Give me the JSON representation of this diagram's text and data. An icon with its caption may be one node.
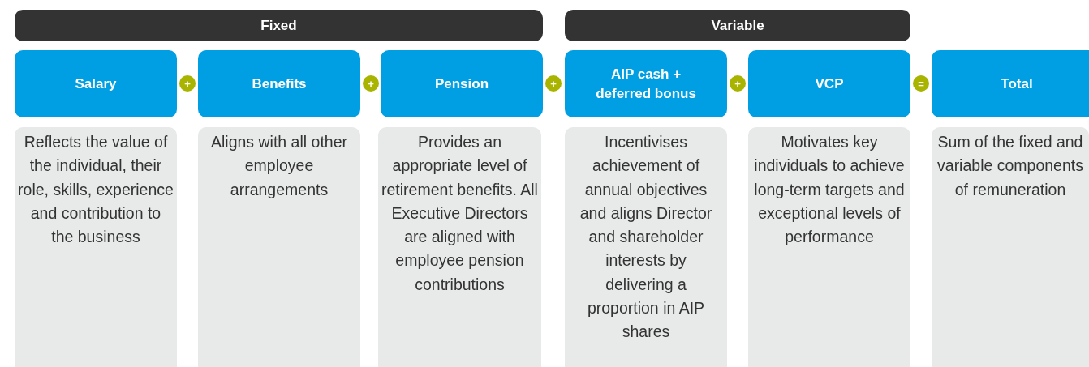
{
  "diagram": {
    "nodes": [
      {
        "text": [
          "Fixed"
        ]
      },
      {
        "text": [
          "Variable"
        ]
      },
      {
        "text": [
          "Salary"
        ]
      },
      {
        "text": [
          "+"
        ]
      },
      {
        "text": [
          "Benefits"
        ]
      },
      {
        "text": [
          "+"
        ]
      },
      {
        "text": [
          "Pension"
        ]
      },
      {
        "text": [
          "+"
        ]
      },
      {
        "text": [
          "AIP cash + deferred bonus"
        ]
      },
      {
        "text": [
          "+"
        ]
      },
      {
        "text": [
          "VCP"
        ]
      },
      {
        "text": [
          "="
        ]
      },
      {
        "text": [
          "Total"
        ]
      },
      {
        "text": [
          "Reflects the value of the individual, their role, skills, experience and contribution to the business"
        ]
      },
      {
        "text": [
          "Aligns with all other employee arrangements"
        ]
      },
      {
        "text": [
          "Provides an appropriate level of retirement benefits. All Executive Directors are aligned with employee pension contributions"
        ]
      },
      {
        "text": [
          "Incentivises achievement of annual objectives and aligns Director and shareholder interests by delivering a proportion in AIP shares"
        ]
      },
      {
        "text": [
          "Motivates key individuals to achieve long-term targets and exceptional levels of performance"
        ]
      },
      {
        "text": [
          "Sum of the fixed and variable components of remuneration"
        ]
      }
    ]
  }
}
